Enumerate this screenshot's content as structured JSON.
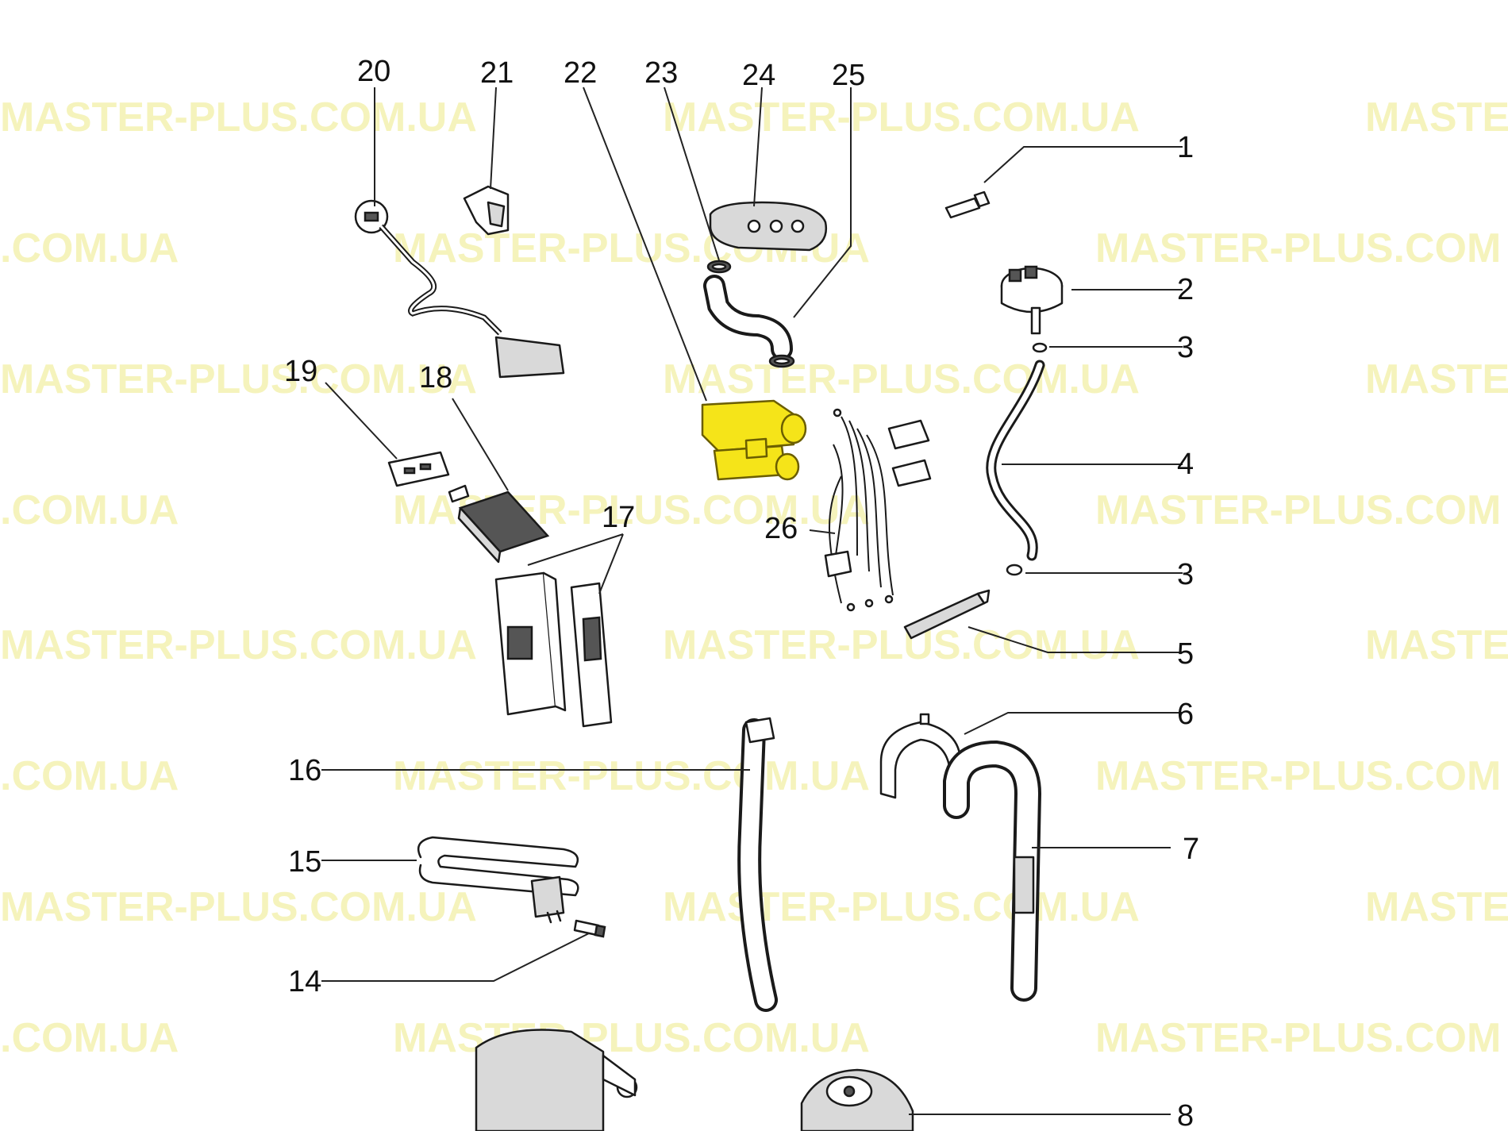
{
  "watermark": {
    "text": "MASTER-PLUS.COM.UA",
    "short_left": ".COM.UA",
    "short_right_a": "MASTE",
    "short_right_b": "MASTER-PLUS.COM",
    "color": "#f2f0a6"
  },
  "highlight_color": "#f5e419",
  "callouts": {
    "c1": "1",
    "c2": "2",
    "c3a": "3",
    "c3b": "3",
    "c4": "4",
    "c5": "5",
    "c6": "6",
    "c7": "7",
    "c8": "8",
    "c14": "14",
    "c15": "15",
    "c16": "16",
    "c17": "17",
    "c18": "18",
    "c19": "19",
    "c20": "20",
    "c21": "21",
    "c22": "22",
    "c23": "23",
    "c24": "24",
    "c25": "25",
    "c26": "26"
  }
}
